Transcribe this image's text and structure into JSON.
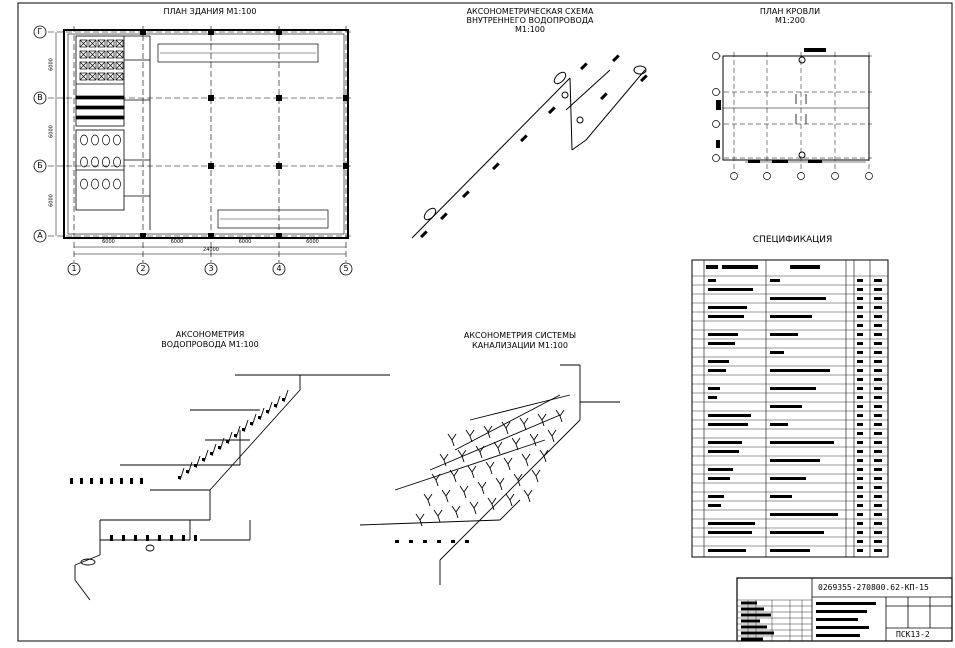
{
  "views": {
    "building_plan_title": "ПЛАН ЗДАНИЯ М1:100",
    "axo_internal_title_1": "АКСОНОМЕТРИЧЕСКАЯ СХЕМА",
    "axo_internal_title_2": "ВНУТРЕННЕГО ВОДОПРОВОДА",
    "axo_internal_title_3": "М1:100",
    "roof_plan_title_1": "ПЛАН КРОВЛИ",
    "roof_plan_title_2": "М1:200",
    "spec_title": "СПЕЦИФИКАЦИЯ",
    "axo_water_title_1": "АКСОНОМЕТРИЯ",
    "axo_water_title_2": "ВОДОПРОВОДА М1:100",
    "axo_sewer_title_1": "АКСОНОМЕТРИЯ СИСТЕМЫ",
    "axo_sewer_title_2": "КАНАЛИЗАЦИИ М1:100"
  },
  "grid": {
    "row_axes": [
      "Г",
      "В",
      "Б",
      "А"
    ],
    "col_axes": [
      "1",
      "2",
      "3",
      "4",
      "5"
    ],
    "col_spans": [
      "6000",
      "6000",
      "6000",
      "6000"
    ],
    "total_width": "24000",
    "row_spans": [
      "6000",
      "6000",
      "6000"
    ]
  },
  "title_block": {
    "doc_code": "0269355-270800.62-КП-15",
    "sheet_code": "ПСК13-2"
  }
}
